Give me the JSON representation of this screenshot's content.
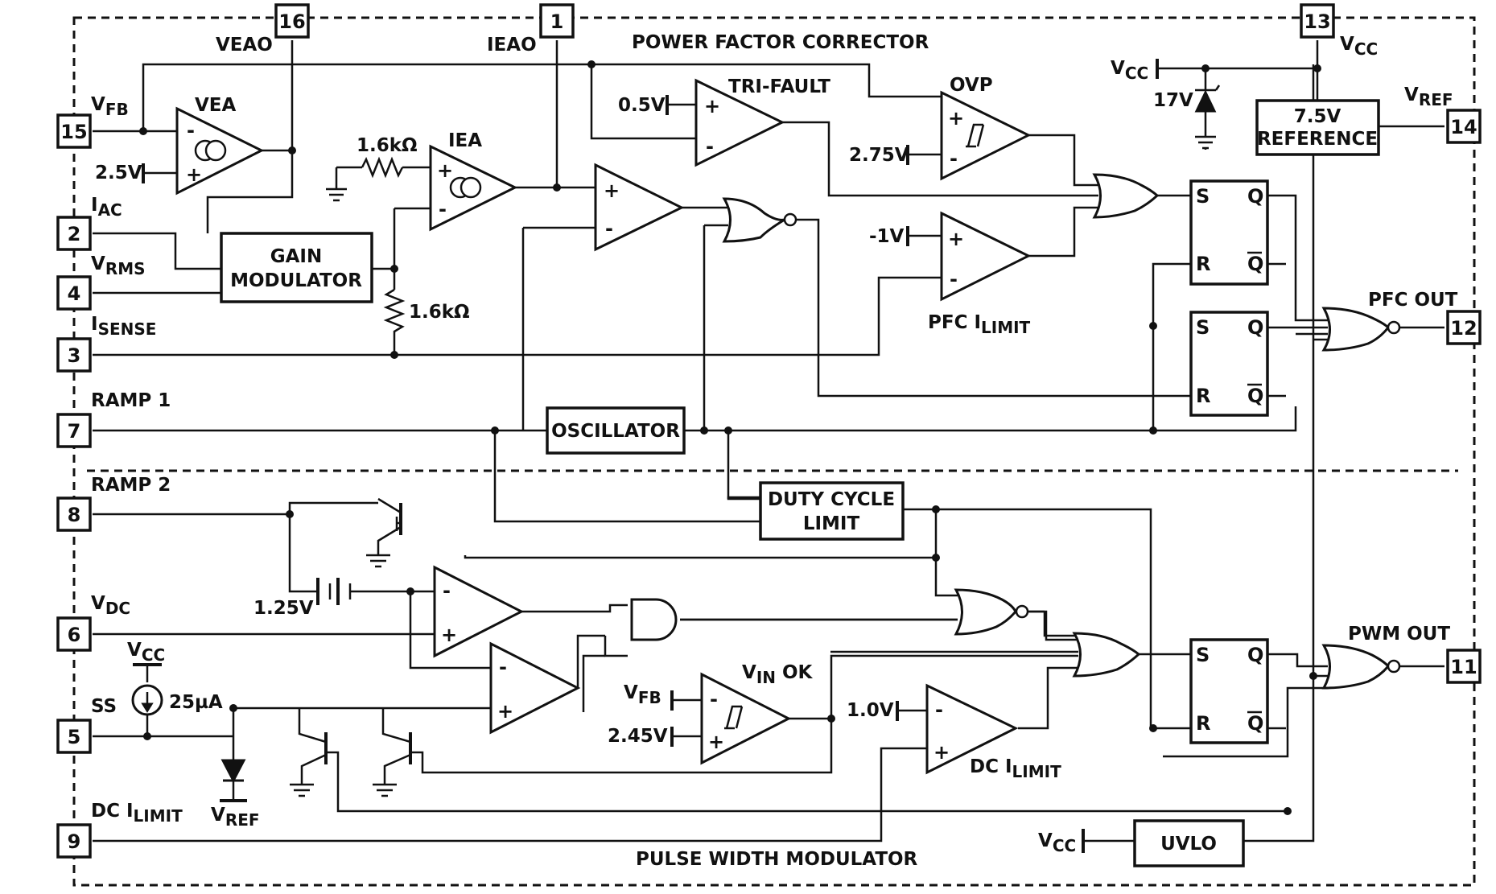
{
  "sections": {
    "top": "POWER FACTOR CORRECTOR",
    "bottom": "PULSE WIDTH MODULATOR"
  },
  "pins": [
    {
      "number": "16",
      "name": "VEAO"
    },
    {
      "number": "1",
      "name": "IEAO"
    },
    {
      "number": "13",
      "name": "VCC"
    },
    {
      "number": "15",
      "name": "VFB"
    },
    {
      "number": "14",
      "name": "VREF"
    },
    {
      "number": "2",
      "name": "IAC"
    },
    {
      "number": "4",
      "name": "VRMS"
    },
    {
      "number": "3",
      "name": "ISENSE"
    },
    {
      "number": "12",
      "name": "PFC OUT"
    },
    {
      "number": "7",
      "name": "RAMP 1"
    },
    {
      "number": "8",
      "name": "RAMP 2"
    },
    {
      "number": "6",
      "name": "VDC"
    },
    {
      "number": "11",
      "name": "PWM OUT"
    },
    {
      "number": "5",
      "name": "SS"
    },
    {
      "number": "9",
      "name": "DC ILIMIT"
    }
  ],
  "blocks": {
    "gain_modulator": [
      "GAIN",
      "MODULATOR"
    ],
    "reference": [
      "7.5V",
      "REFERENCE"
    ],
    "oscillator": "OSCILLATOR",
    "duty_cycle_limit": [
      "DUTY CYCLE",
      "LIMIT"
    ],
    "uvlo": "UVLO"
  },
  "amplifiers": {
    "vea": "VEA",
    "iea": "IEA",
    "tri_fault": "TRI-FAULT",
    "ovp": "OVP",
    "pfc_ilimit": {
      "main": "PFC I",
      "sub": "LIMIT"
    },
    "vin_ok": {
      "main": "V",
      "sub": "IN",
      "tail": " OK"
    },
    "dc_ilimit": {
      "main": "DC I",
      "sub": "LIMIT"
    }
  },
  "values": {
    "v_2_5": "2.5V",
    "v_0_5": "0.5V",
    "v_2_75": "2.75V",
    "v_neg1": "-1V",
    "r_1_6k_a": "1.6kΩ",
    "r_1_6k_b": "1.6kΩ",
    "zener": "17V",
    "v_1_25": "1.25V",
    "v_2_45": "2.45V",
    "v_1_0": "1.0V",
    "i_25u": "25µA"
  },
  "labels": {
    "vcc_main": "V",
    "vcc_sub": "CC",
    "vfb_main": "V",
    "vfb_sub": "FB",
    "vref_main": "V",
    "vref_sub": "REF",
    "iac_main": "I",
    "iac_sub": "AC",
    "vrms_main": "V",
    "vrms_sub": "RMS",
    "isense_main": "I",
    "isense_sub": "SENSE",
    "vdc_main": "V",
    "vdc_sub": "DC",
    "ramp1": "RAMP 1",
    "ramp2": "RAMP 2",
    "ss": "SS",
    "dc_ilimit_main": "DC I",
    "dc_ilimit_sub": "LIMIT",
    "pfc_out": "PFC OUT",
    "pwm_out": "PWM OUT"
  },
  "flipflop": {
    "s": "S",
    "r": "R",
    "q": "Q",
    "qbar": "Q"
  },
  "opamp": {
    "plus": "+",
    "minus": "-"
  }
}
